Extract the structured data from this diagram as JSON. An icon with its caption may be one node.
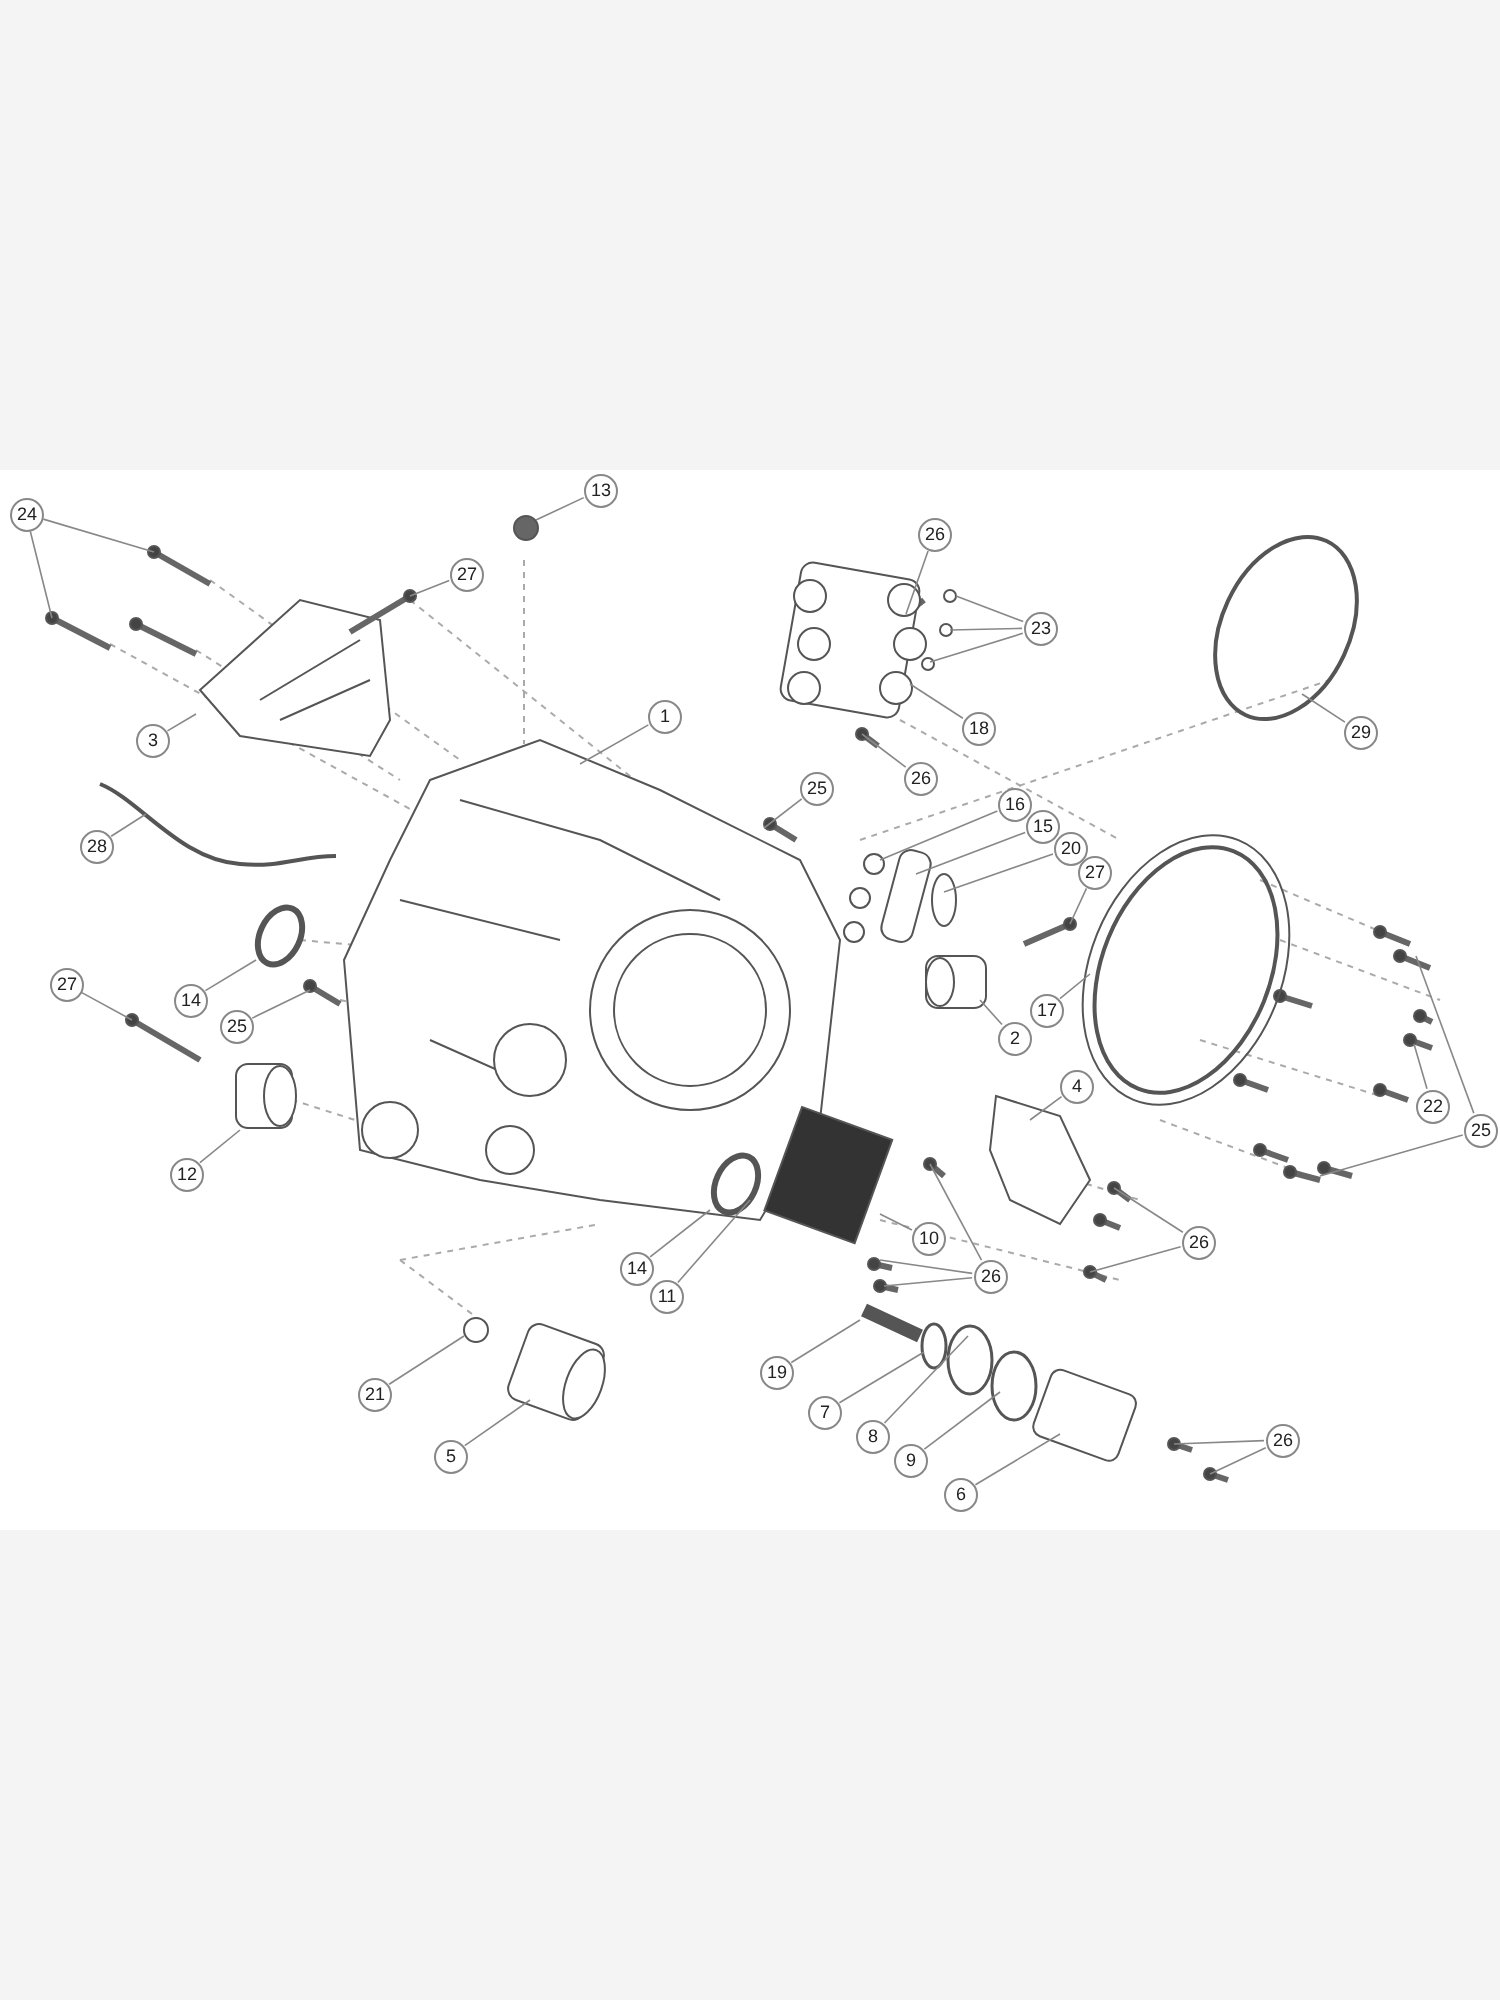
{
  "diagram": {
    "nodes": [
      {
        "text": [
          "24"
        ]
      },
      {
        "text": [
          "13"
        ]
      },
      {
        "text": [
          "26"
        ]
      },
      {
        "text": [
          "27"
        ]
      },
      {
        "text": [
          "23"
        ]
      },
      {
        "text": [
          "1"
        ]
      },
      {
        "text": [
          "18"
        ]
      },
      {
        "text": [
          "29"
        ]
      },
      {
        "text": [
          "3"
        ]
      },
      {
        "text": [
          "26"
        ]
      },
      {
        "text": [
          "25"
        ]
      },
      {
        "text": [
          "16"
        ]
      },
      {
        "text": [
          "15"
        ]
      },
      {
        "text": [
          "20"
        ]
      },
      {
        "text": [
          "28"
        ]
      },
      {
        "text": [
          "27"
        ]
      },
      {
        "text": [
          "27"
        ]
      },
      {
        "text": [
          "14"
        ]
      },
      {
        "text": [
          "17"
        ]
      },
      {
        "text": [
          "25"
        ]
      },
      {
        "text": [
          "2"
        ]
      },
      {
        "text": [
          "4"
        ]
      },
      {
        "text": [
          "22"
        ]
      },
      {
        "text": [
          "25"
        ]
      },
      {
        "text": [
          "12"
        ]
      },
      {
        "text": [
          "10"
        ]
      },
      {
        "text": [
          "26"
        ]
      },
      {
        "text": [
          "14"
        ]
      },
      {
        "text": [
          "26"
        ]
      },
      {
        "text": [
          "11"
        ]
      },
      {
        "text": [
          "19"
        ]
      },
      {
        "text": [
          "21"
        ]
      },
      {
        "text": [
          "7"
        ]
      },
      {
        "text": [
          "8"
        ]
      },
      {
        "text": [
          "26"
        ]
      },
      {
        "text": [
          "5"
        ]
      },
      {
        "text": [
          "9"
        ]
      },
      {
        "text": [
          "6"
        ]
      }
    ],
    "edges": [
      {
        "from": 0,
        "to": null,
        "arrow": "none"
      },
      {
        "from": 0,
        "to": null,
        "arrow": "none"
      },
      {
        "from": 1,
        "to": null,
        "arrow": "none"
      },
      {
        "from": 2,
        "to": null,
        "arrow": "none"
      },
      {
        "from": 3,
        "to": null,
        "arrow": "none"
      },
      {
        "from": 4,
        "to": null,
        "arrow": "none"
      },
      {
        "from": 4,
        "to": null,
        "arrow": "none"
      },
      {
        "from": 4,
        "to": null,
        "arrow": "none"
      },
      {
        "from": 5,
        "to": null,
        "arrow": "none"
      },
      {
        "from": 6,
        "to": null,
        "arrow": "none"
      },
      {
        "from": 7,
        "to": null,
        "arrow": "none"
      },
      {
        "from": 8,
        "to": null,
        "arrow": "none"
      },
      {
        "from": 9,
        "to": null,
        "arrow": "none"
      },
      {
        "from": 10,
        "to": null,
        "arrow": "none"
      },
      {
        "from": 11,
        "to": null,
        "arrow": "none"
      },
      {
        "from": 12,
        "to": null,
        "arrow": "none"
      },
      {
        "from": 13,
        "to": null,
        "arrow": "none"
      },
      {
        "from": 14,
        "to": null,
        "arrow": "none"
      },
      {
        "from": 15,
        "to": null,
        "arrow": "none"
      },
      {
        "from": 16,
        "to": null,
        "arrow": "none"
      },
      {
        "from": 17,
        "to": null,
        "arrow": "none"
      },
      {
        "from": 18,
        "to": null,
        "arrow": "none"
      },
      {
        "from": 19,
        "to": null,
        "arrow": "none"
      },
      {
        "from": 20,
        "to": null,
        "arrow": "none"
      },
      {
        "from": 21,
        "to": null,
        "arrow": "none"
      },
      {
        "from": 22,
        "to": null,
        "arrow": "none"
      },
      {
        "from": 23,
        "to": null,
        "arrow": "none"
      },
      {
        "from": 23,
        "to": null,
        "arrow": "none"
      },
      {
        "from": 24,
        "to": null,
        "arrow": "none"
      },
      {
        "from": 25,
        "to": null,
        "arrow": "none"
      },
      {
        "from": 26,
        "to": null,
        "arrow": "none"
      },
      {
        "from": 26,
        "to": null,
        "arrow": "none"
      },
      {
        "from": 27,
        "to": null,
        "arrow": "none"
      },
      {
        "from": 28,
        "to": null,
        "arrow": "none"
      },
      {
        "from": 28,
        "to": null,
        "arrow": "none"
      },
      {
        "from": 28,
        "to": null,
        "arrow": "none"
      },
      {
        "from": 29,
        "to": null,
        "arrow": "none"
      },
      {
        "from": 30,
        "to": null,
        "arrow": "none"
      },
      {
        "from": 31,
        "to": null,
        "arrow": "none"
      },
      {
        "from": 32,
        "to": null,
        "arrow": "none"
      },
      {
        "from": 33,
        "to": null,
        "arrow": "none"
      },
      {
        "from": 34,
        "to": null,
        "arrow": "none"
      },
      {
        "from": 34,
        "to": null,
        "arrow": "none"
      },
      {
        "from": 35,
        "to": null,
        "arrow": "none"
      },
      {
        "from": 36,
        "to": null,
        "arrow": "none"
      },
      {
        "from": 37,
        "to": null,
        "arrow": "none"
      }
    ]
  }
}
